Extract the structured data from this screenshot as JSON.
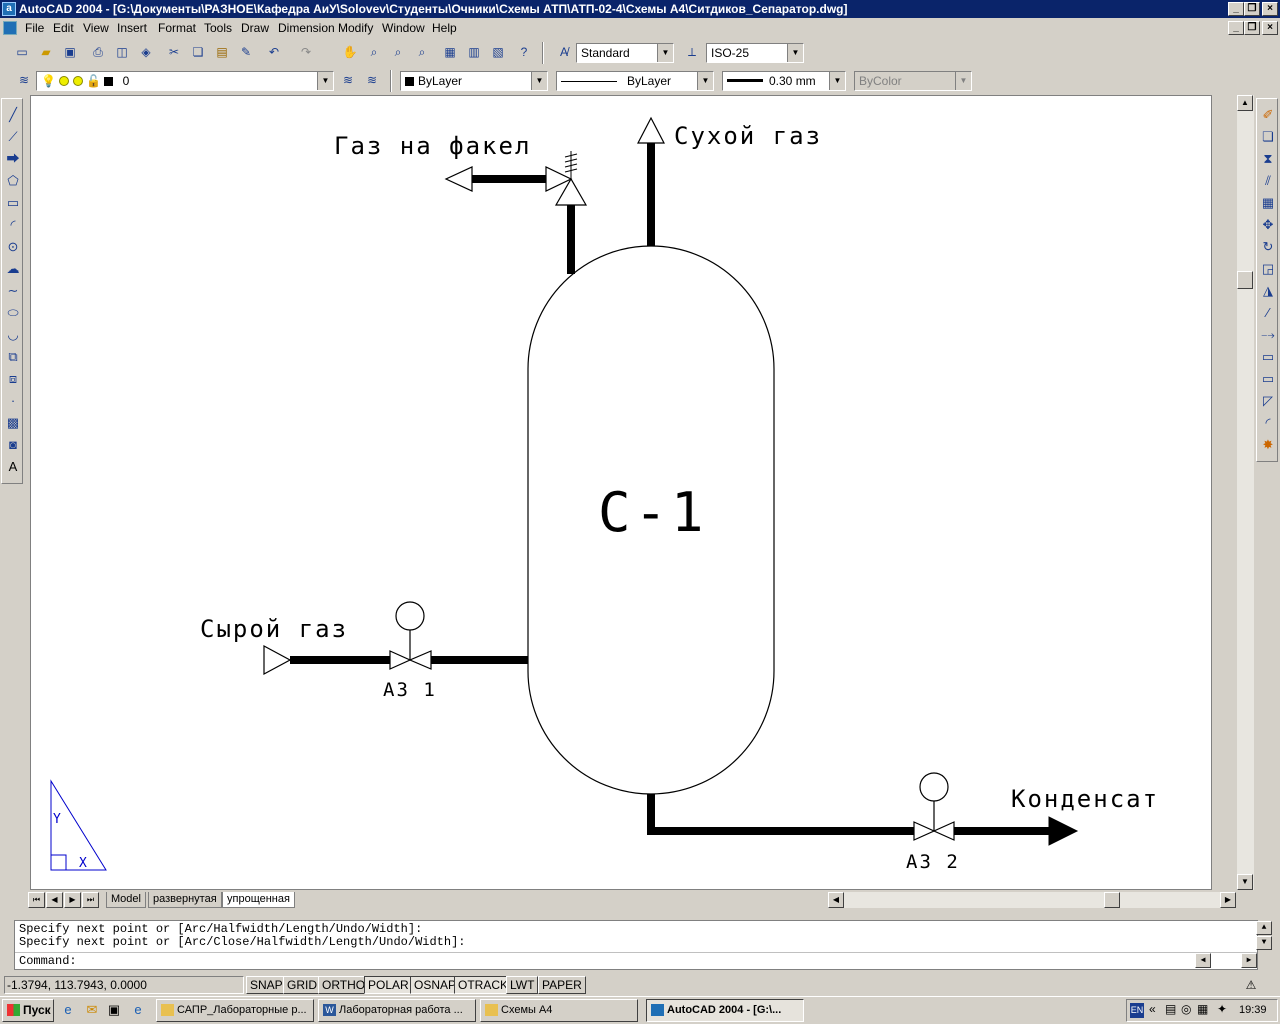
{
  "window": {
    "title": "AutoCAD 2004 - [G:\\Документы\\РАЗНОЕ\\Кафедра АиУ\\Solovev\\Студенты\\Очники\\Схемы АТП\\АТП-02-4\\Схемы А4\\Ситдиков_Сепаратор.dwg]"
  },
  "menu": [
    "File",
    "Edit",
    "View",
    "Insert",
    "Format",
    "Tools",
    "Draw",
    "Dimension",
    "Modify",
    "Window",
    "Help"
  ],
  "toolbar": {
    "text_style": "Standard",
    "dim_style": "ISO-25",
    "layer": "0",
    "color": "ByLayer",
    "linetype": "ByLayer",
    "lineweight": "0.30 mm",
    "plot_style": "ByColor"
  },
  "drawing": {
    "labels": {
      "gas_flare": "Газ на факел",
      "dry_gas": "Сухой газ",
      "vessel": "С-1",
      "raw_gas": "Сырой газ",
      "valve1": "АЗ 1",
      "condensate": "Конденсат",
      "valve2": "АЗ 2"
    },
    "ucs": {
      "y": "Y",
      "x": "X"
    }
  },
  "tabs": [
    "Model",
    "развернутая",
    "упрощенная"
  ],
  "active_tab": "упрощенная",
  "command": {
    "history": [
      "Specify next point or [Arc/Halfwidth/Length/Undo/Width]:",
      "Specify next point or [Arc/Close/Halfwidth/Length/Undo/Width]:"
    ],
    "prompt": "Command:"
  },
  "status": {
    "coords": "-1.3794, 113.7943, 0.0000",
    "toggles": [
      "SNAP",
      "GRID",
      "ORTHO",
      "POLAR",
      "OSNAP",
      "OTRACK",
      "LWT",
      "PAPER"
    ]
  },
  "taskbar": {
    "start": "Пуск",
    "tasks": [
      "САПР_Лабораторные р...",
      "Лабораторная работа ...",
      "Схемы А4",
      "AutoCAD 2004 - [G:\\..."
    ],
    "lang": "EN",
    "clock": "19:39"
  },
  "colors": {
    "titlebar": "#0a246a",
    "face": "#d4d0c8",
    "canvas": "#ffffff",
    "ucs": "#0000cc"
  }
}
